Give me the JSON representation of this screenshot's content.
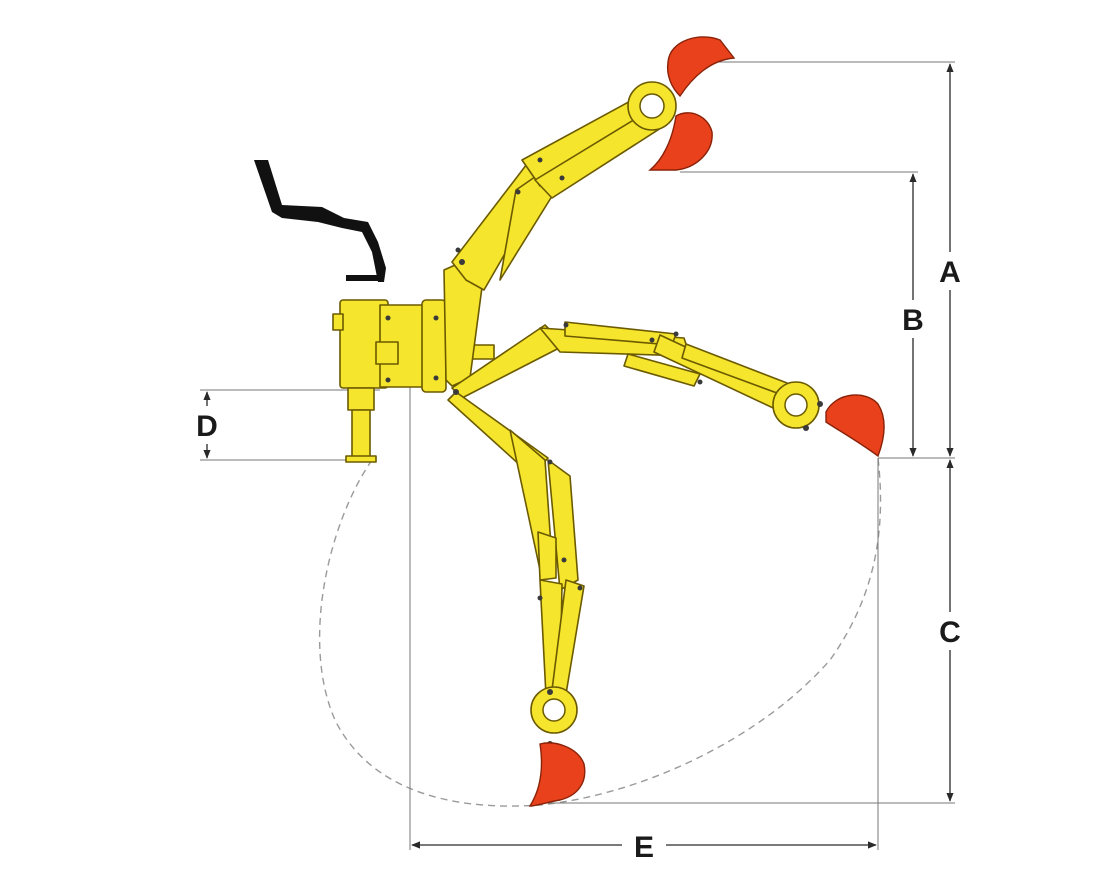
{
  "colors": {
    "arm": "#f5e52c",
    "arm_outline": "#6b5a00",
    "bucket": "#e8411c",
    "seat": "#111111",
    "dimension": "#2a2a2a",
    "path": "#9a9a9a"
  },
  "dimensions": {
    "A": "A",
    "B": "B",
    "C": "C",
    "D": "D",
    "E": "E"
  },
  "icons": {
    "seat": "seat-icon",
    "bucket": "bucket-icon"
  }
}
